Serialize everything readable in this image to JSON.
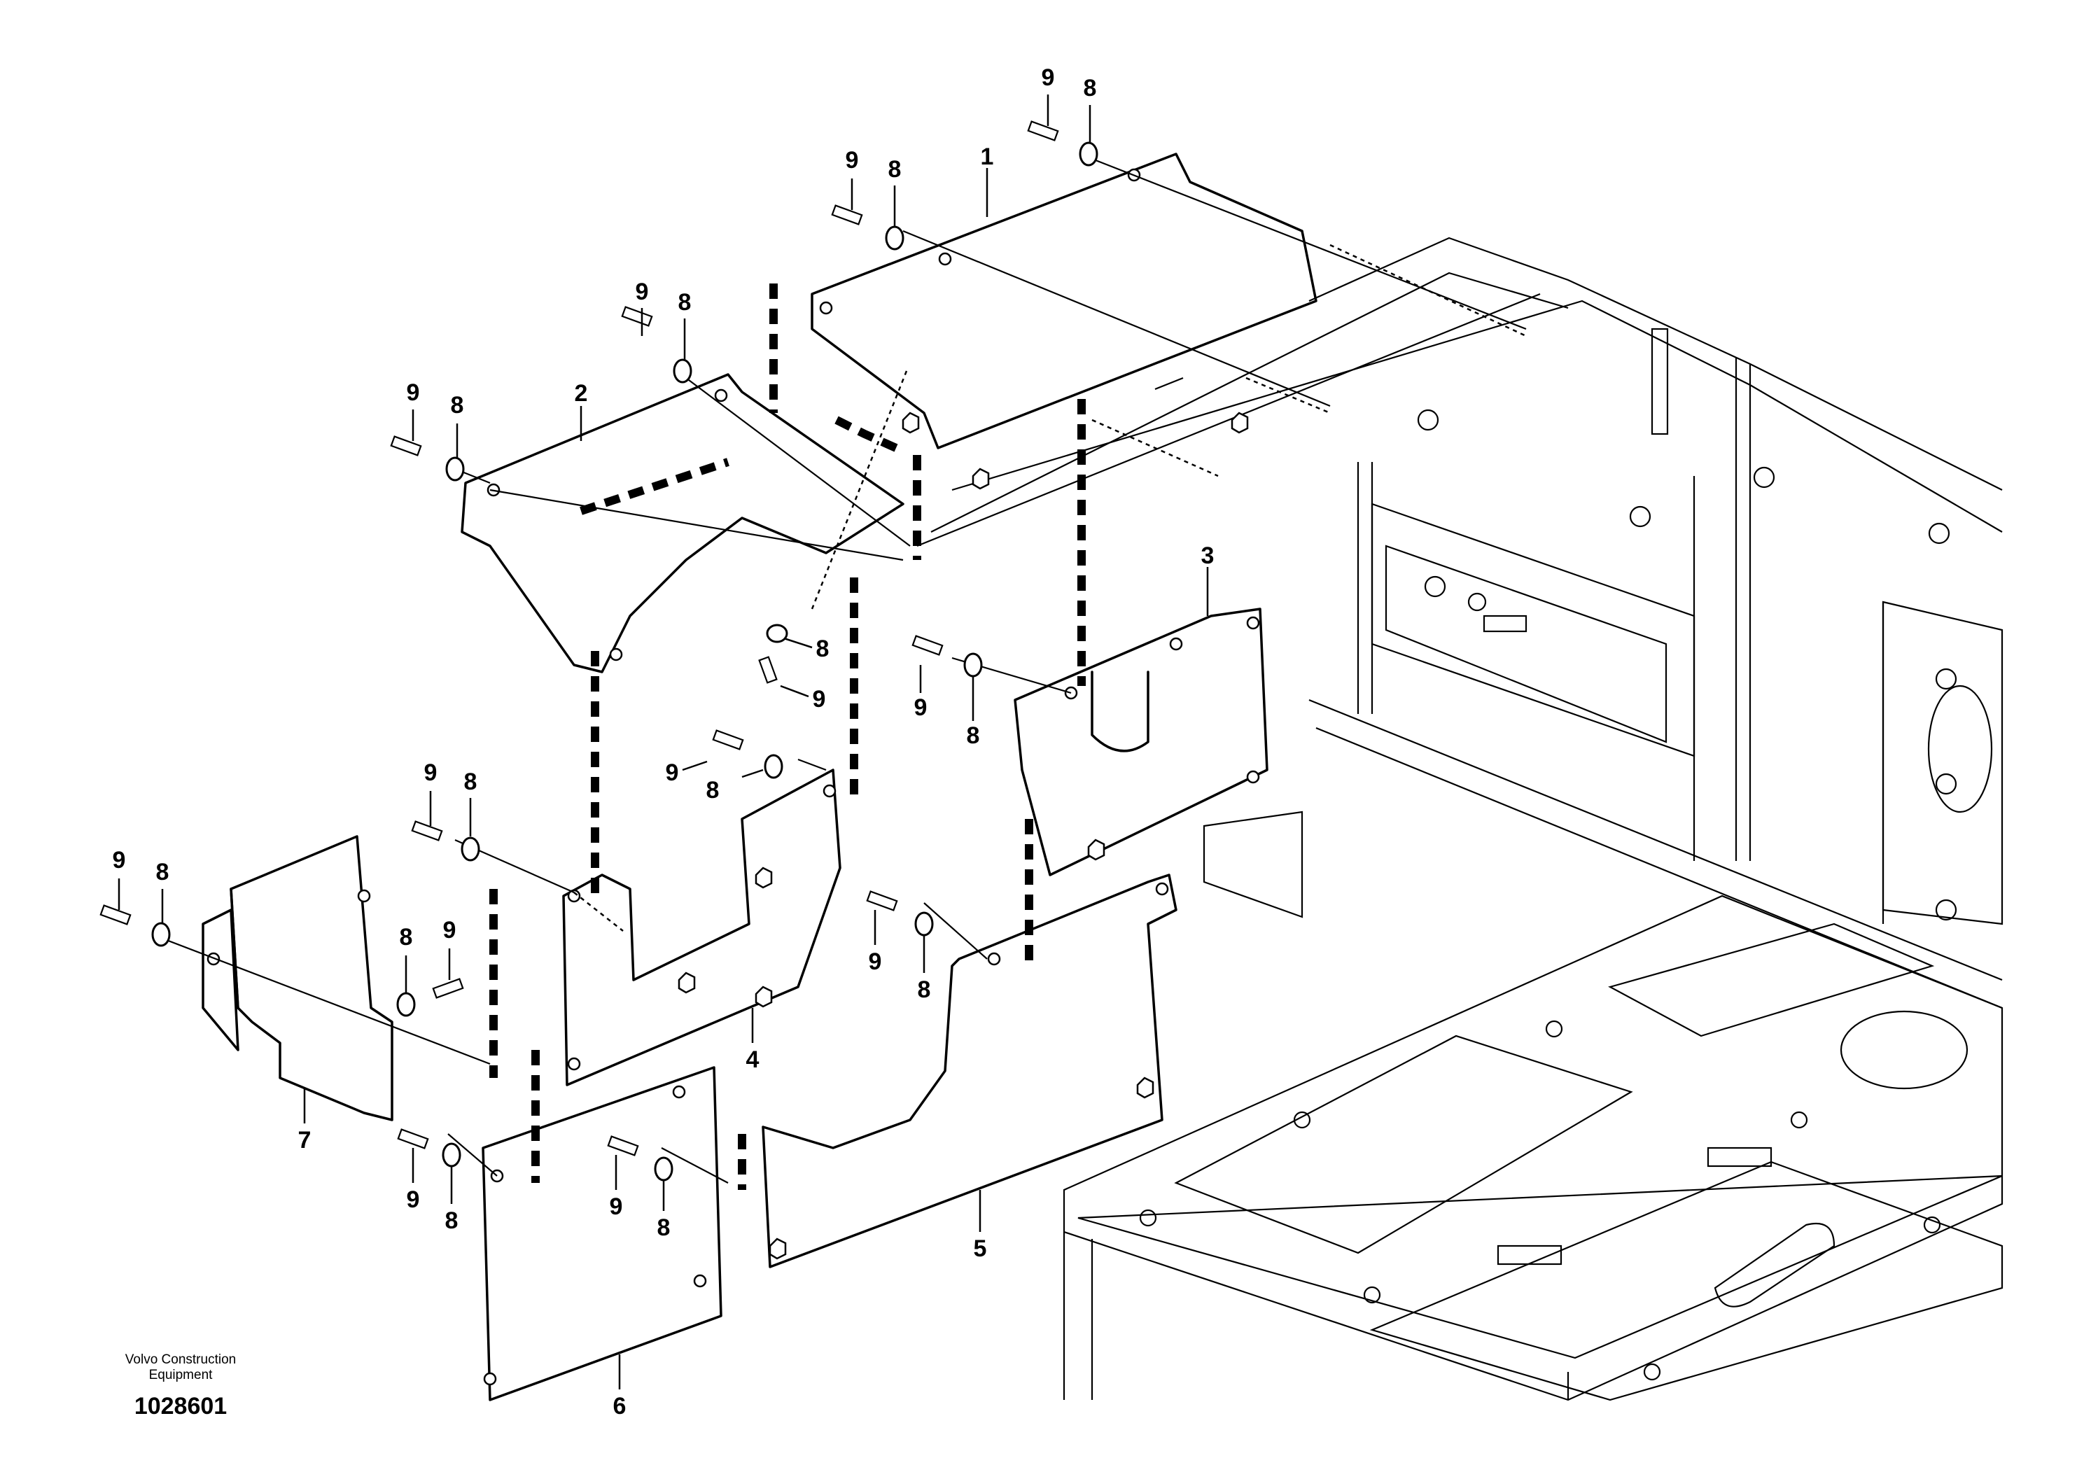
{
  "callouts": {
    "c1": "1",
    "c2": "2",
    "c3": "3",
    "c4": "4",
    "c5": "5",
    "c6": "6",
    "c7": "7",
    "washer": "8",
    "screw": "9"
  },
  "footer": {
    "company_line1": "Volvo Construction",
    "company_line2": "Equipment",
    "drawing_number": "1028601"
  }
}
